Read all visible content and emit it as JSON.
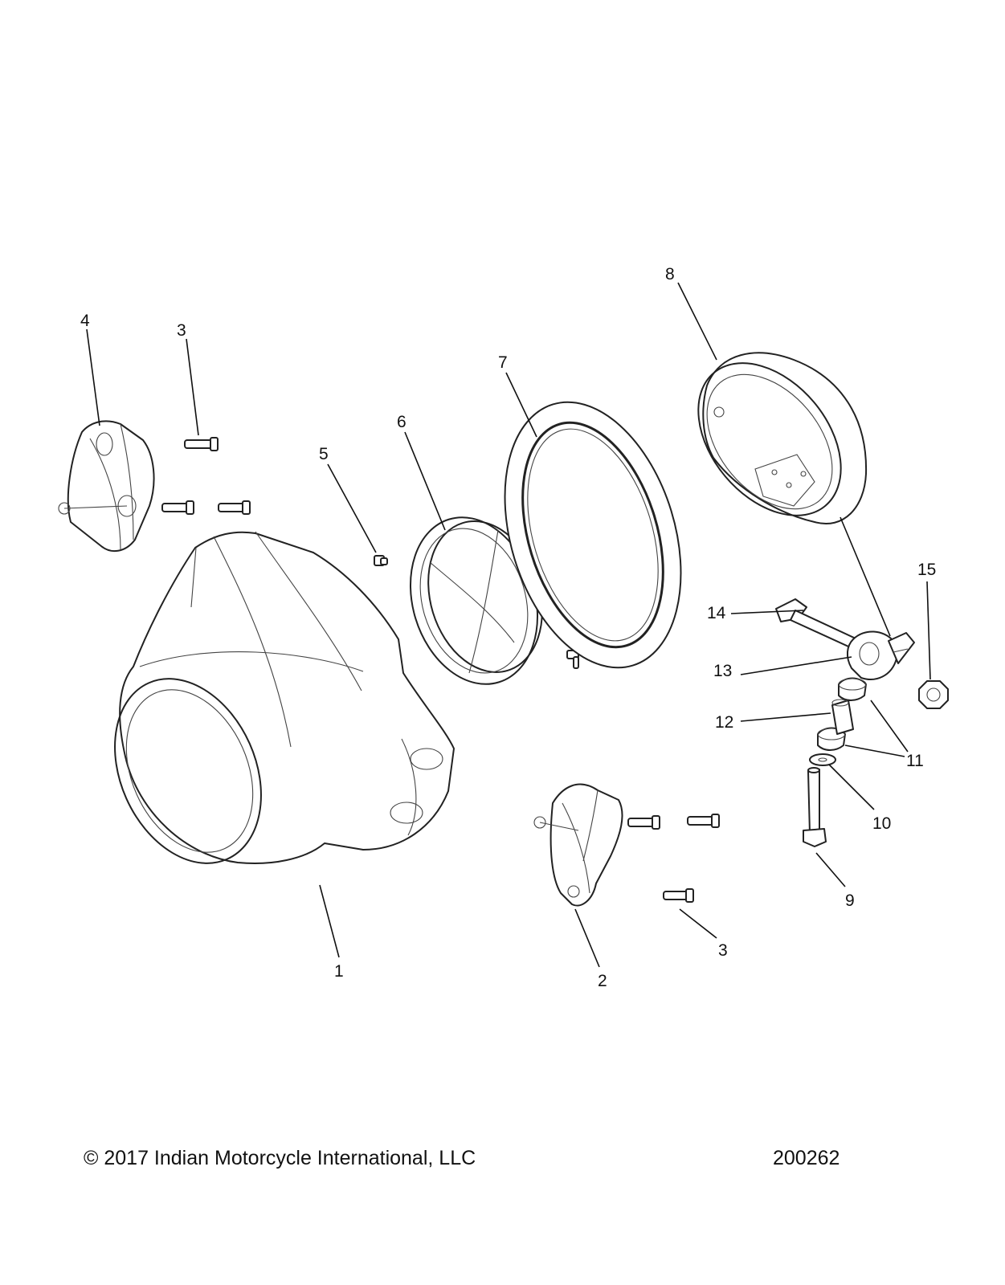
{
  "diagram": {
    "callouts": [
      "1",
      "2",
      "3",
      "3",
      "4",
      "5",
      "6",
      "7",
      "8",
      "9",
      "10",
      "11",
      "12",
      "13",
      "14",
      "15"
    ]
  },
  "footer": {
    "copyright": "© 2017 Indian Motorcycle International, LLC",
    "figure_number": "200262"
  }
}
